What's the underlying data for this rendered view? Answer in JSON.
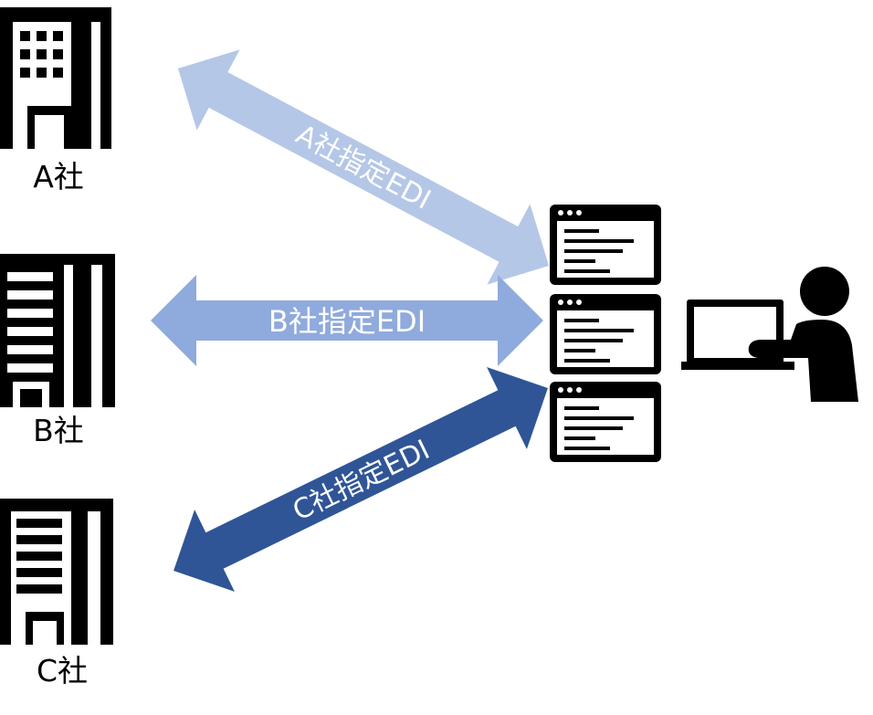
{
  "companies": [
    {
      "label": "A社"
    },
    {
      "label": "B社"
    },
    {
      "label": "C社"
    }
  ],
  "links": [
    {
      "label": "A社指定EDI",
      "color": "#b4c7e7"
    },
    {
      "label": "B社指定EDI",
      "color": "#8faadc"
    },
    {
      "label": "C社指定EDI",
      "color": "#2f5597"
    }
  ],
  "colors": {
    "icon": "#000000",
    "label_on_arrow": "#ffffff"
  },
  "icons": [
    "office-building-icon",
    "office-building-icon",
    "office-building-icon",
    "app-window-icon",
    "user-at-laptop-icon"
  ]
}
